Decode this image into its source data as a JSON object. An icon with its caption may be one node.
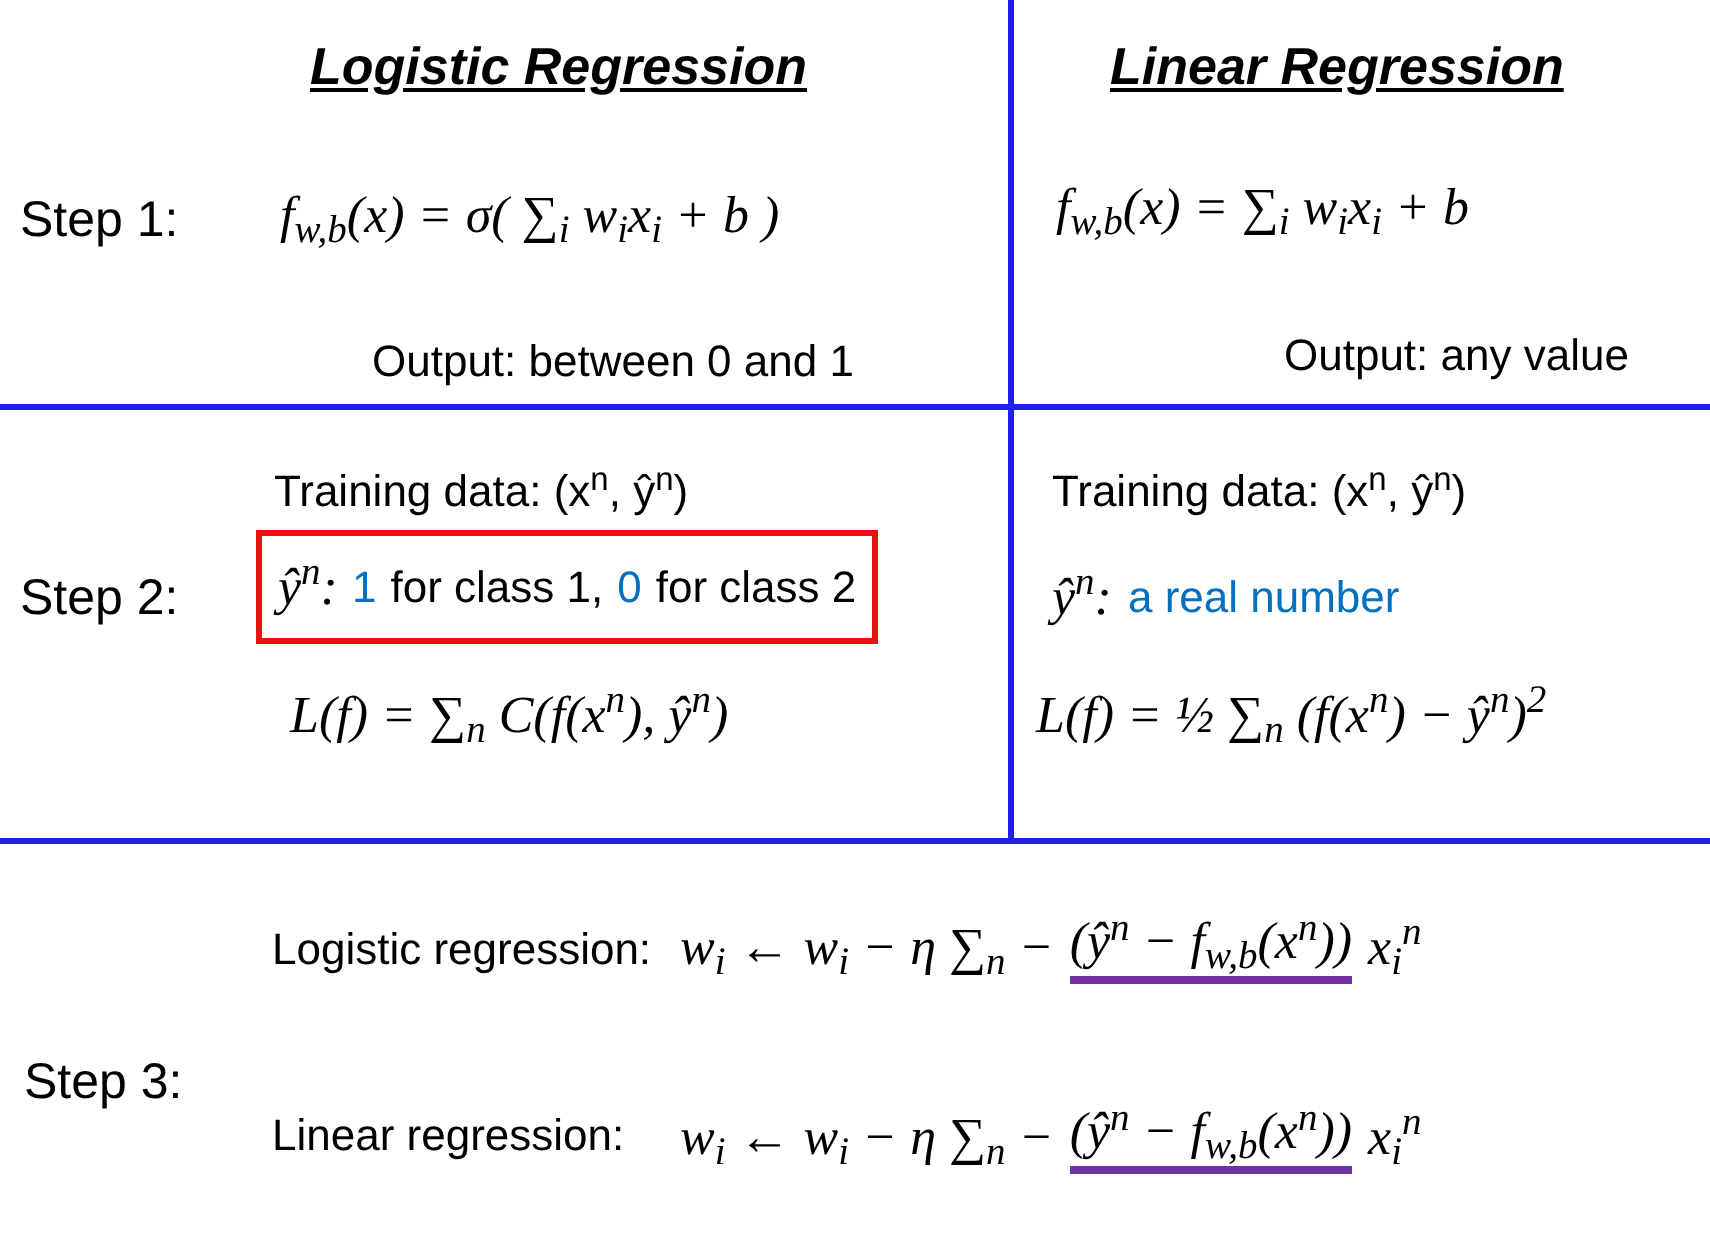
{
  "diagram": {
    "nodes": [
      {
        "text": [
          "ŷ$^{n}$:",
          "1",
          "for class 1,",
          "0",
          "for class 2"
        ]
      }
    ],
    "labels": [
      "Logistic Regression",
      "Linear Regression",
      "Step 1:",
      "f$_{w,b}$(x) = σ( ∑$_{i}$ w$_{i}$x$_{i}$ + b )",
      "f$_{w,b}$(x) = ∑$_{i}$ w$_{i}$x$_{i}$ + b",
      "Output: between 0 and 1",
      "Output: any value",
      "Training data: (x$^{n}$, ŷ$^{n}$)",
      "Step 2:",
      "Training data: (x$^{n}$, ŷ$^{n}$)",
      "ŷ$^{n}$:",
      "a real number",
      "L(f) = ∑$_{n}$ C(f(x$^{n}$), ŷ$^{n}$)",
      "L(f) = ½ ∑$_{n}$ (f(x$^{n}$) − ŷ$^{n}$)$^{2}$",
      "Step 3:",
      "Logistic regression:",
      "w$_{i}$ ← w$_{i}$ − η ∑$_{n}$ −",
      "(ŷ$^{n}$ − f$_{w,b}$(x$^{n}$))",
      "x$_{i}$$^{n}$",
      "Linear regression:",
      "w$_{i}$ ← w$_{i}$ − η ∑$_{n}$ −",
      "(ŷ$^{n}$ − f$_{w,b}$(x$^{n}$))",
      "x$_{i}$$^{n}$"
    ]
  }
}
